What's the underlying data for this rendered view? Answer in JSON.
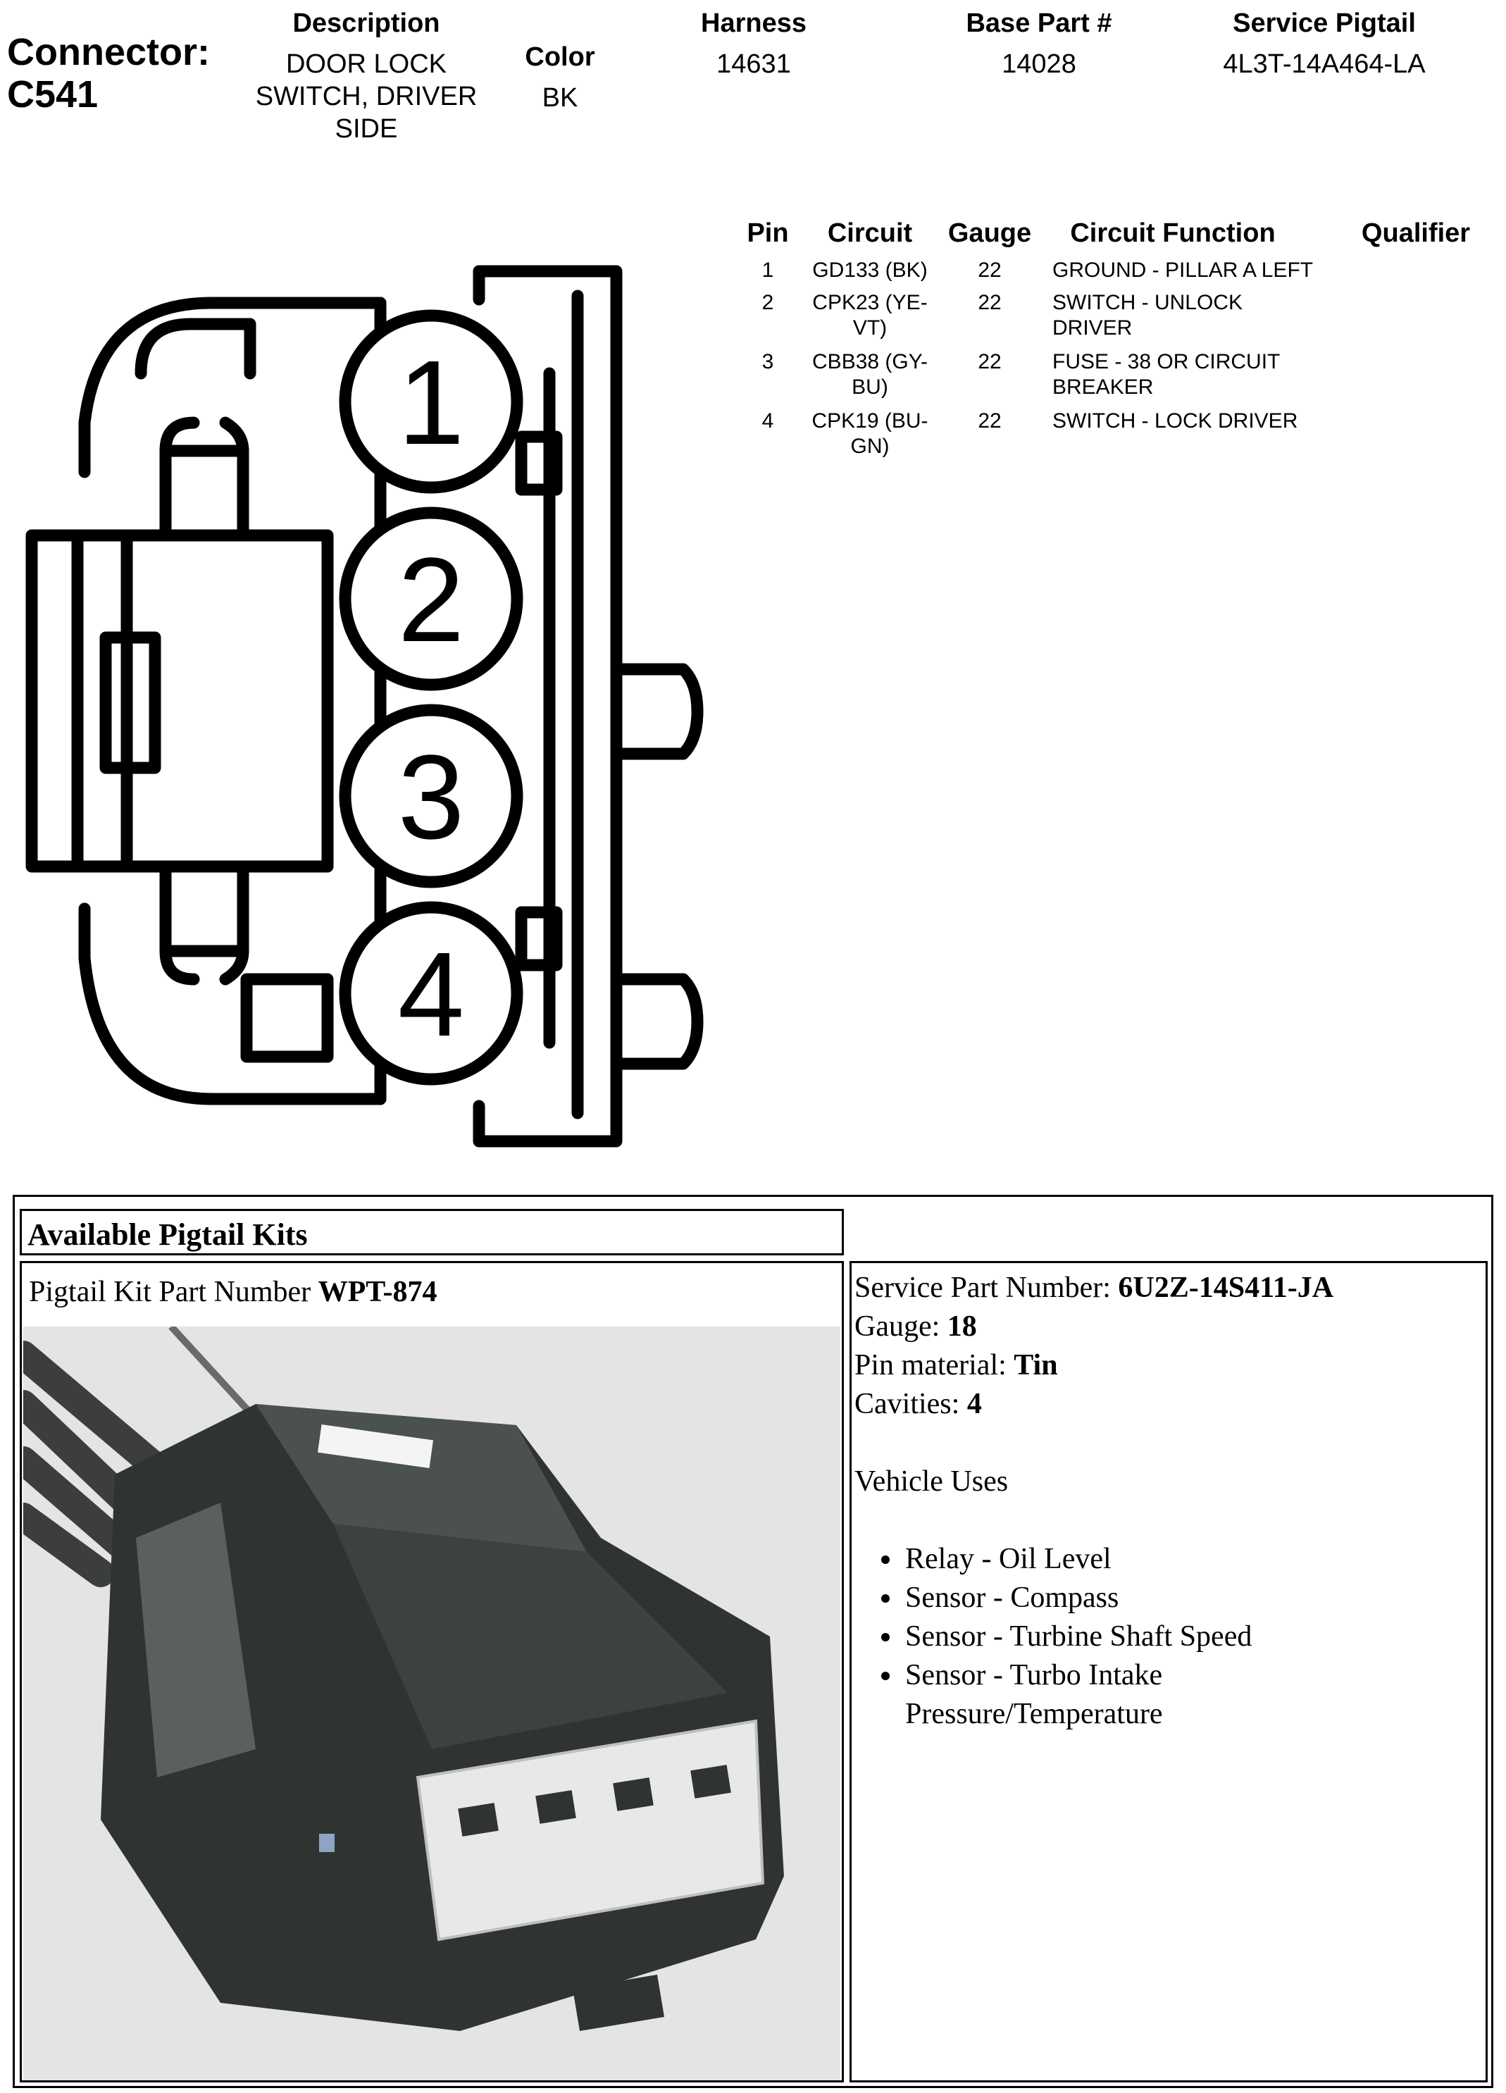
{
  "connector": {
    "label": "Connector:",
    "id": "C541"
  },
  "header": {
    "description_label": "Description",
    "description_lines": [
      "DOOR LOCK",
      "SWITCH, DRIVER",
      "SIDE"
    ],
    "color_label": "Color",
    "color_value": "BK",
    "harness_label": "Harness",
    "harness_value": "14631",
    "base_part_label": "Base Part #",
    "base_part_value": "14028",
    "service_pigtail_label": "Service Pigtail",
    "service_pigtail_value": "4L3T-14A464-LA"
  },
  "diagram": {
    "cavities": [
      "1",
      "2",
      "3",
      "4"
    ]
  },
  "pin_table": {
    "headers": {
      "pin": "Pin",
      "circuit": "Circuit",
      "gauge": "Gauge",
      "function": "Circuit Function",
      "qualifier": "Qualifier"
    },
    "rows": [
      {
        "pin": "1",
        "circuit": [
          "GD133 (BK)"
        ],
        "gauge": "22",
        "function": [
          "GROUND - PILLAR A LEFT"
        ],
        "qualifier": ""
      },
      {
        "pin": "2",
        "circuit": [
          "CPK23 (YE-",
          "VT)"
        ],
        "gauge": "22",
        "function": [
          "SWITCH - UNLOCK",
          "DRIVER"
        ],
        "qualifier": ""
      },
      {
        "pin": "3",
        "circuit": [
          "CBB38 (GY-",
          "BU)"
        ],
        "gauge": "22",
        "function": [
          "FUSE - 38 OR CIRCUIT",
          "BREAKER"
        ],
        "qualifier": ""
      },
      {
        "pin": "4",
        "circuit": [
          "CPK19 (BU-",
          "GN)"
        ],
        "gauge": "22",
        "function": [
          "SWITCH - LOCK DRIVER"
        ],
        "qualifier": ""
      }
    ]
  },
  "pigtail_kits": {
    "heading": "Available Pigtail Kits",
    "kit_label": "Pigtail Kit Part Number ",
    "kit_number": "WPT-874",
    "service_part_label": "Service Part Number: ",
    "service_part_value": "6U2Z-14S411-JA",
    "gauge_label": "Gauge: ",
    "gauge_value": "18",
    "pin_material_label": "Pin material: ",
    "pin_material_value": "Tin",
    "cavities_label": "Cavities: ",
    "cavities_value": "4",
    "vehicle_uses_label": "Vehicle Uses",
    "vehicle_uses": [
      [
        "Relay - Oil Level"
      ],
      [
        "Sensor - Compass"
      ],
      [
        "Sensor - Turbine Shaft Speed"
      ],
      [
        "Sensor - Turbo Intake",
        "Pressure/Temperature"
      ]
    ]
  },
  "colors": {
    "photo_background": "#e4e4e4",
    "housing": "#2f3431",
    "cap": "#e8e8e6"
  }
}
